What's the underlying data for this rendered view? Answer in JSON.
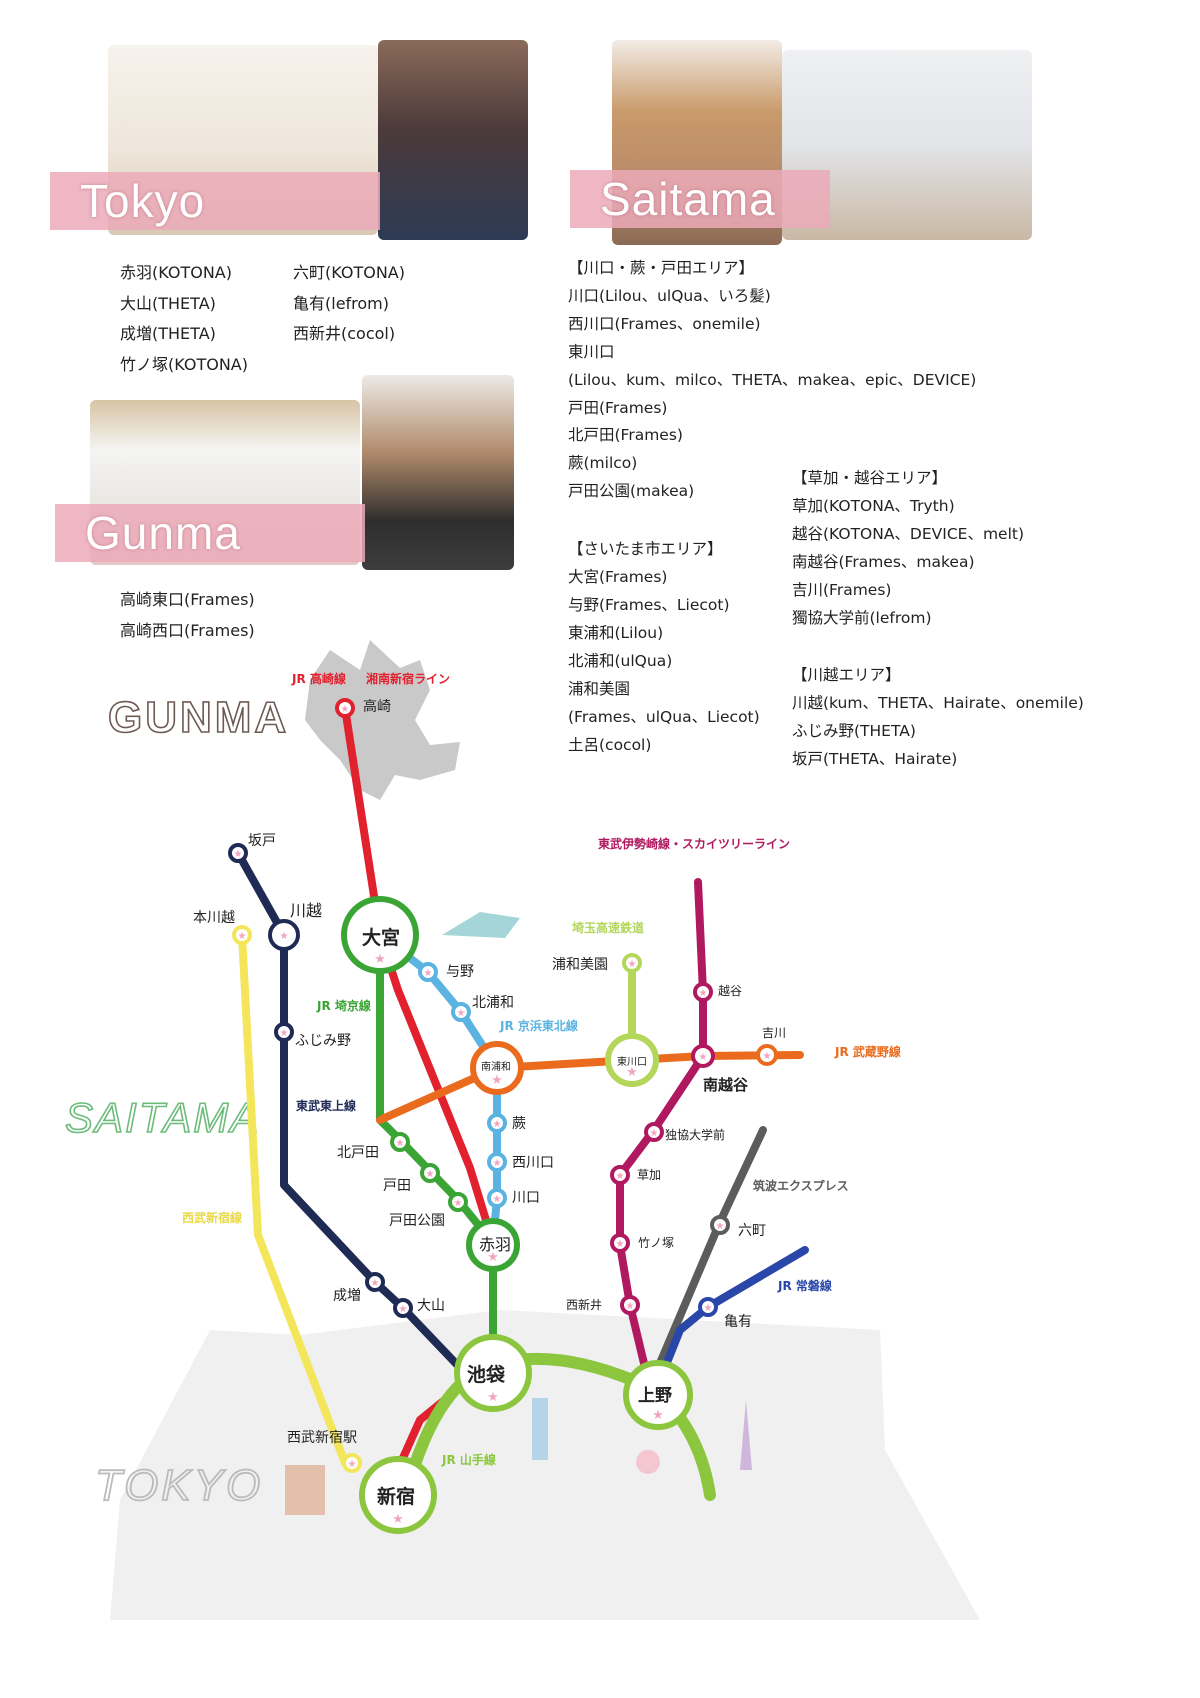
{
  "tokyo": {
    "banner": "Tokyo",
    "col1": [
      "赤羽(KOTONA)",
      "大山(THETA)",
      "成増(THETA)",
      "竹ノ塚(KOTONA)"
    ],
    "col2": [
      "六町(KOTONA)",
      "亀有(lefrom)",
      "西新井(cocol)"
    ]
  },
  "gunma": {
    "banner": "Gunma",
    "list": [
      "高崎東口(Frames)",
      "高崎西口(Frames)"
    ]
  },
  "saitama": {
    "banner": "Saitama",
    "col1": [
      "【川口・蕨・戸田エリア】",
      "川口(Lilou、ulQua、いろ髪)",
      "西川口(Frames、onemile)",
      "東川口",
      "(Lilou、kum、milco、THETA、makea、epic、DEVICE)",
      "戸田(Frames)",
      "北戸田(Frames)",
      "蕨(milco)",
      "戸田公園(makea)",
      "",
      "【さいたま市エリア】",
      "大宮(Frames)",
      "与野(Frames、Liecot)",
      "東浦和(Lilou)",
      "北浦和(ulQua)",
      "浦和美園",
      "(Frames、ulQua、Liecot)",
      "土呂(cocol)"
    ],
    "col2": [
      "【草加・越谷エリア】",
      "草加(KOTONA、Tryth)",
      "越谷(KOTONA、DEVICE、melt)",
      "南越谷(Frames、makea)",
      "吉川(Frames)",
      "獨協大学前(lefrom)",
      "",
      "【川越エリア】",
      "川越(kum、THETA、Hairate、onemile)",
      "ふじみ野(THETA)",
      "坂戸(THETA、Hairate)"
    ]
  },
  "map": {
    "region_labels": {
      "gunma": "GUNMA",
      "saitama": "SAITAMA",
      "tokyo": "TOKYO"
    },
    "lines": {
      "jr_takasaki": "JR 高崎線",
      "shonan": "湘南新宿ライン",
      "jr_saikyo": "JR 埼京線",
      "jr_keihin": "JR 京浜東北線",
      "tobu_tojo": "東武東上線",
      "seibu": "西武新宿線",
      "saitama_kosoku": "埼玉高速鉄道",
      "tobu_isesaki": "東武伊勢崎線・スカイツリーライン",
      "jr_musashino": "JR 武蔵野線",
      "tsukuba": "筑波エクスプレス",
      "jr_joban": "JR 常磐線",
      "jr_yamanote": "JR 山手線"
    },
    "stations": {
      "takasaki": "高崎",
      "sakado": "坂戸",
      "honkawagoe": "本川越",
      "kawagoe": "川越",
      "omiya": "大宮",
      "yono": "与野",
      "kitaurawa": "北浦和",
      "minamiurawa": "南浦和",
      "urawamisono": "浦和美園",
      "higashikawaguchi": "東川口",
      "koshigaya": "越谷",
      "yoshikawa": "吉川",
      "minamikoshigaya": "南越谷",
      "fujimino": "ふじみ野",
      "warabi": "蕨",
      "nishikawaguchi": "西川口",
      "kawaguchi": "川口",
      "dokkyo": "独協大学前",
      "soka": "草加",
      "kitatoda": "北戸田",
      "toda": "戸田",
      "todakoen": "戸田公園",
      "akabane": "赤羽",
      "takenotsuka": "竹ノ塚",
      "rokucho": "六町",
      "narimasu": "成増",
      "oyama": "大山",
      "nishiarai": "西新井",
      "kameari": "亀有",
      "ikebukuro": "池袋",
      "ueno": "上野",
      "seibushinjuku": "西武新宿駅",
      "shinjuku": "新宿"
    },
    "colors": {
      "red": "#e2212f",
      "green": "#3aa535",
      "lightblue": "#5ab3e1",
      "orange": "#ea6b1e",
      "navy": "#1f2a55",
      "yellow": "#f3e65a",
      "lime": "#b3d65b",
      "magenta": "#b0195f",
      "gray": "#5c5c5c",
      "blue": "#2947a8",
      "yamanote": "#8cc63f"
    }
  }
}
